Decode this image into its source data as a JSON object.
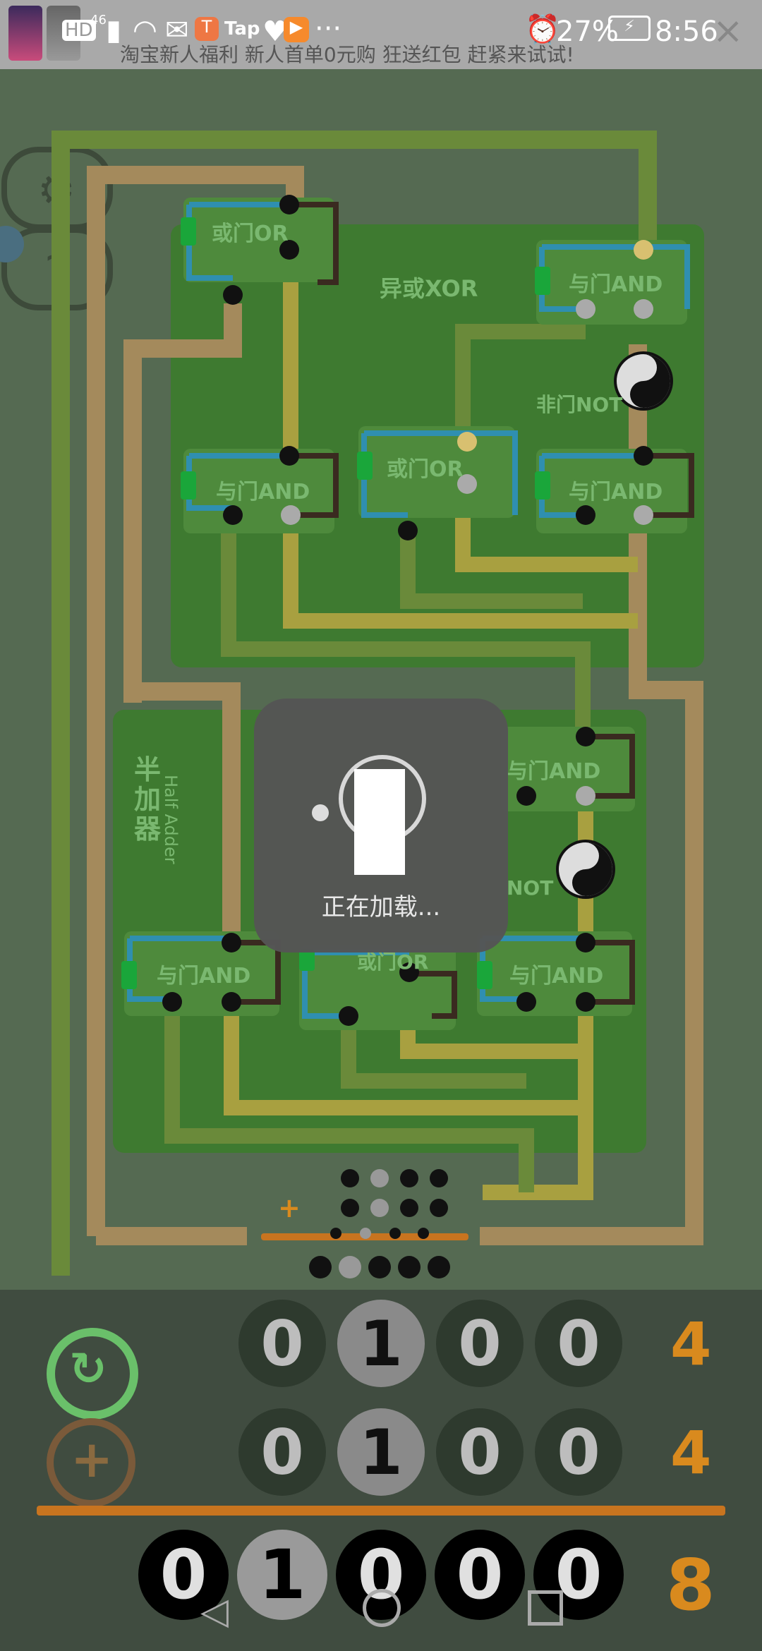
{
  "status_bar": {
    "hd": "HD",
    "net": "46",
    "tap": "Tap",
    "more": "···",
    "battery": "27%",
    "time": "8:56",
    "close": "×"
  },
  "ad_strip": {
    "text": "淘宝新人福利  新人首单0元购  狂送红包  赶紧来试试!"
  },
  "gates": {
    "or1": "或门OR",
    "and1": "与门AND",
    "xor": "异或XOR",
    "and_top": "与门AND",
    "not1": "非门NOT",
    "or2": "或门OR",
    "and2": "与门AND",
    "half_adder": "半加器",
    "half_adder_en": "Half Adder",
    "and3": "与门AND",
    "not2": "NOT",
    "and4": "与门AND",
    "and5": "与门AND",
    "xor2": "或门OR"
  },
  "plus_symbol": "+",
  "loading": {
    "text": "正在加载..."
  },
  "calc": {
    "row1": [
      "0",
      "1",
      "0",
      "0"
    ],
    "row1_value": "4",
    "row2": [
      "0",
      "1",
      "0",
      "0"
    ],
    "row2_value": "4",
    "result": [
      "0",
      "1",
      "0",
      "0",
      "0"
    ],
    "result_value": "8"
  },
  "colors": {
    "board": "#556a52",
    "wire_green": "#6a8a3a",
    "wire_tan": "#a48a5c",
    "wire_yellow": "#a8a040",
    "wire_blue": "#2f8fb0",
    "accent_orange": "#d98a1e"
  }
}
